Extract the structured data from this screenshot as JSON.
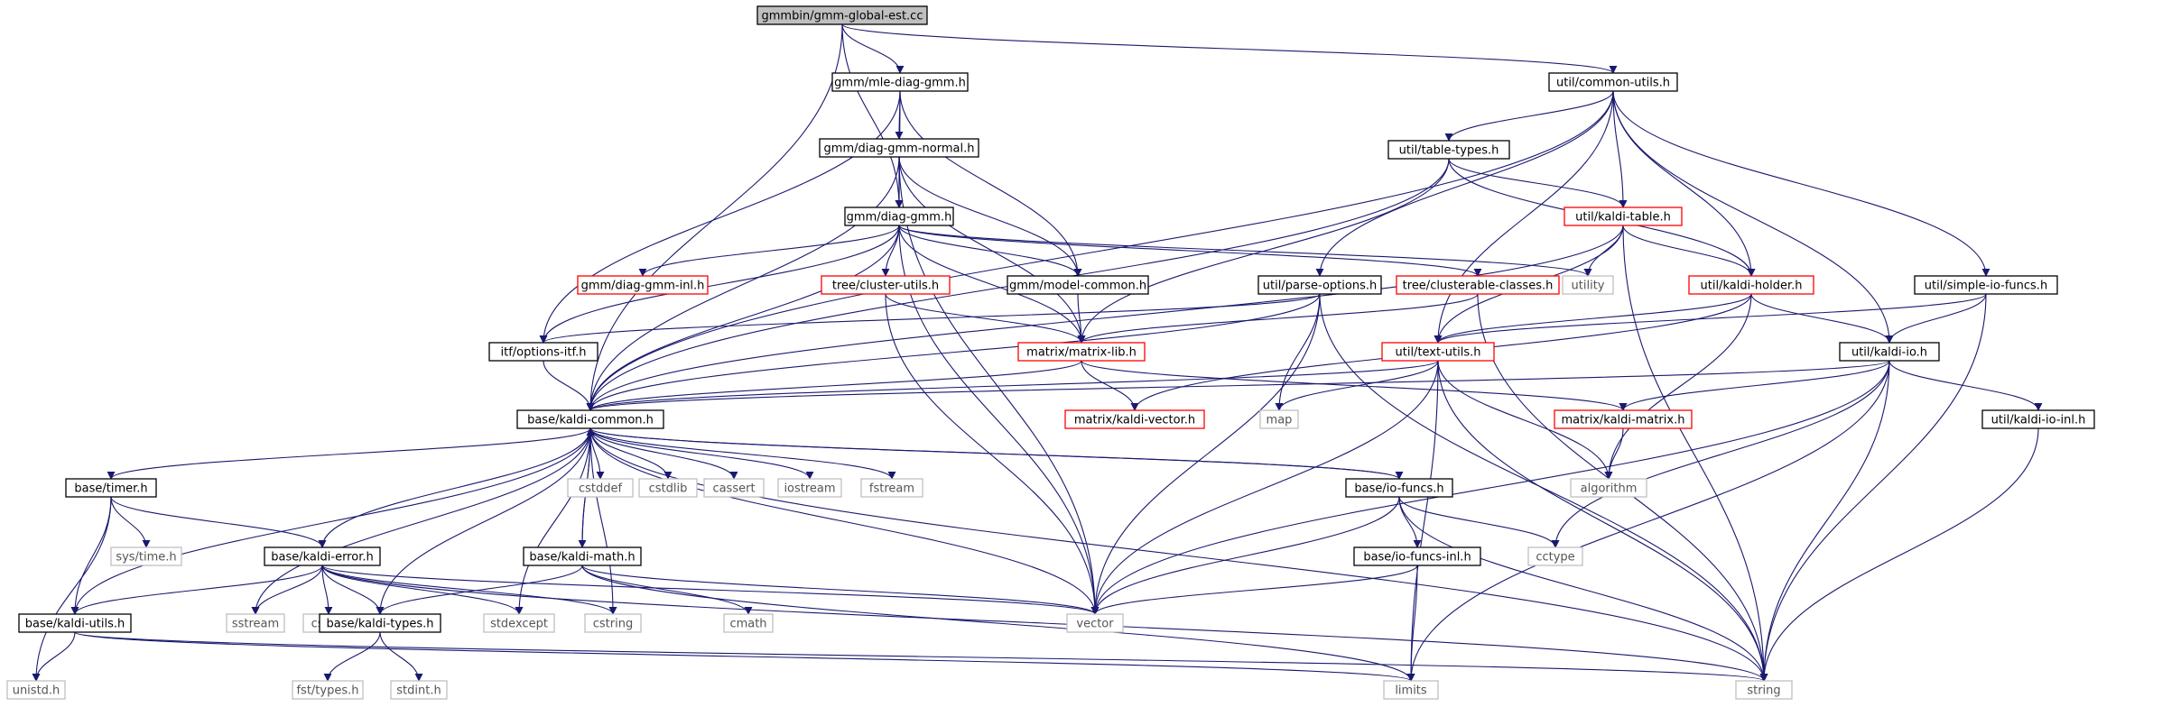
{
  "graph": {
    "colors": {
      "edge": "#191970",
      "root_fill": "#bfbfbf",
      "box_border_black": "#000000",
      "box_border_red": "#ff0000",
      "box_border_gray": "#bfbfbf"
    },
    "nodes": [
      {
        "id": "gmm-global-est",
        "label": "gmmbin/gmm-global-est.cc",
        "style": "root"
      },
      {
        "id": "mle-diag-gmm",
        "label": "gmm/mle-diag-gmm.h",
        "style": "black"
      },
      {
        "id": "common-utils",
        "label": "util/common-utils.h",
        "style": "black"
      },
      {
        "id": "diag-gmm-normal",
        "label": "gmm/diag-gmm-normal.h",
        "style": "black"
      },
      {
        "id": "table-types",
        "label": "util/table-types.h",
        "style": "black"
      },
      {
        "id": "diag-gmm",
        "label": "gmm/diag-gmm.h",
        "style": "black"
      },
      {
        "id": "kaldi-table",
        "label": "util/kaldi-table.h",
        "style": "red"
      },
      {
        "id": "diag-gmm-inl",
        "label": "gmm/diag-gmm-inl.h",
        "style": "red"
      },
      {
        "id": "cluster-utils",
        "label": "tree/cluster-utils.h",
        "style": "red"
      },
      {
        "id": "model-common",
        "label": "gmm/model-common.h",
        "style": "black"
      },
      {
        "id": "parse-options",
        "label": "util/parse-options.h",
        "style": "black"
      },
      {
        "id": "clusterable-classes",
        "label": "tree/clusterable-classes.h",
        "style": "red"
      },
      {
        "id": "utility",
        "label": "utility",
        "style": "gray"
      },
      {
        "id": "kaldi-holder",
        "label": "util/kaldi-holder.h",
        "style": "red"
      },
      {
        "id": "simple-io-funcs",
        "label": "util/simple-io-funcs.h",
        "style": "black"
      },
      {
        "id": "options-itf",
        "label": "itf/options-itf.h",
        "style": "black"
      },
      {
        "id": "matrix-lib",
        "label": "matrix/matrix-lib.h",
        "style": "red"
      },
      {
        "id": "text-utils",
        "label": "util/text-utils.h",
        "style": "red"
      },
      {
        "id": "kaldi-io",
        "label": "util/kaldi-io.h",
        "style": "black"
      },
      {
        "id": "kaldi-common",
        "label": "base/kaldi-common.h",
        "style": "black"
      },
      {
        "id": "kaldi-vector",
        "label": "matrix/kaldi-vector.h",
        "style": "red"
      },
      {
        "id": "map",
        "label": "map",
        "style": "gray"
      },
      {
        "id": "kaldi-matrix",
        "label": "matrix/kaldi-matrix.h",
        "style": "red"
      },
      {
        "id": "kaldi-io-inl",
        "label": "util/kaldi-io-inl.h",
        "style": "black"
      },
      {
        "id": "timer",
        "label": "base/timer.h",
        "style": "black"
      },
      {
        "id": "cstddef",
        "label": "cstddef",
        "style": "gray"
      },
      {
        "id": "cstdlib",
        "label": "cstdlib",
        "style": "gray"
      },
      {
        "id": "cassert",
        "label": "cassert",
        "style": "gray"
      },
      {
        "id": "iostream",
        "label": "iostream",
        "style": "gray"
      },
      {
        "id": "fstream",
        "label": "fstream",
        "style": "gray"
      },
      {
        "id": "io-funcs",
        "label": "base/io-funcs.h",
        "style": "black"
      },
      {
        "id": "algorithm",
        "label": "algorithm",
        "style": "gray"
      },
      {
        "id": "sys-time",
        "label": "sys/time.h",
        "style": "gray"
      },
      {
        "id": "kaldi-math",
        "label": "base/kaldi-math.h",
        "style": "black"
      },
      {
        "id": "kaldi-error",
        "label": "base/kaldi-error.h",
        "style": "black"
      },
      {
        "id": "io-funcs-inl",
        "label": "base/io-funcs-inl.h",
        "style": "black"
      },
      {
        "id": "cctype",
        "label": "cctype",
        "style": "gray"
      },
      {
        "id": "kaldi-utils",
        "label": "base/kaldi-utils.h",
        "style": "black"
      },
      {
        "id": "sstream",
        "label": "sstream",
        "style": "gray"
      },
      {
        "id": "cstdio",
        "label": "cstdio",
        "style": "gray"
      },
      {
        "id": "kaldi-types",
        "label": "base/kaldi-types.h",
        "style": "black"
      },
      {
        "id": "stdexcept",
        "label": "stdexcept",
        "style": "gray"
      },
      {
        "id": "cstring",
        "label": "cstring",
        "style": "gray"
      },
      {
        "id": "cmath",
        "label": "cmath",
        "style": "gray"
      },
      {
        "id": "vector",
        "label": "vector",
        "style": "gray"
      },
      {
        "id": "unistd",
        "label": "unistd.h",
        "style": "gray"
      },
      {
        "id": "fst-types",
        "label": "fst/types.h",
        "style": "gray"
      },
      {
        "id": "stdint",
        "label": "stdint.h",
        "style": "gray"
      },
      {
        "id": "limits",
        "label": "limits",
        "style": "gray"
      },
      {
        "id": "string",
        "label": "string",
        "style": "gray"
      }
    ],
    "edges": [
      [
        "gmm-global-est",
        "mle-diag-gmm"
      ],
      [
        "gmm-global-est",
        "diag-gmm"
      ],
      [
        "gmm-global-est",
        "common-utils"
      ],
      [
        "gmm-global-est",
        "kaldi-common"
      ],
      [
        "mle-diag-gmm",
        "diag-gmm-normal"
      ],
      [
        "mle-diag-gmm",
        "diag-gmm"
      ],
      [
        "mle-diag-gmm",
        "model-common"
      ],
      [
        "mle-diag-gmm",
        "options-itf"
      ],
      [
        "diag-gmm-normal",
        "diag-gmm"
      ],
      [
        "diag-gmm-normal",
        "model-common"
      ],
      [
        "diag-gmm-normal",
        "matrix-lib"
      ],
      [
        "diag-gmm-normal",
        "kaldi-common"
      ],
      [
        "diag-gmm-normal",
        "vector"
      ],
      [
        "diag-gmm",
        "diag-gmm-inl"
      ],
      [
        "diag-gmm",
        "cluster-utils"
      ],
      [
        "diag-gmm",
        "model-common"
      ],
      [
        "diag-gmm",
        "matrix-lib"
      ],
      [
        "diag-gmm",
        "clusterable-classes"
      ],
      [
        "diag-gmm",
        "utility"
      ],
      [
        "diag-gmm",
        "kaldi-common"
      ],
      [
        "diag-gmm",
        "vector"
      ],
      [
        "diag-gmm",
        "options-itf"
      ],
      [
        "common-utils",
        "table-types"
      ],
      [
        "common-utils",
        "kaldi-table"
      ],
      [
        "common-utils",
        "parse-options"
      ],
      [
        "common-utils",
        "kaldi-holder"
      ],
      [
        "common-utils",
        "simple-io-funcs"
      ],
      [
        "common-utils",
        "kaldi-io"
      ],
      [
        "common-utils",
        "text-utils"
      ],
      [
        "common-utils",
        "kaldi-common"
      ],
      [
        "table-types",
        "kaldi-table"
      ],
      [
        "table-types",
        "kaldi-holder"
      ],
      [
        "table-types",
        "matrix-lib"
      ],
      [
        "table-types",
        "kaldi-common"
      ],
      [
        "kaldi-table",
        "utility"
      ],
      [
        "kaldi-table",
        "kaldi-holder"
      ],
      [
        "kaldi-table",
        "text-utils"
      ],
      [
        "kaldi-table",
        "kaldi-common"
      ],
      [
        "kaldi-table",
        "string"
      ],
      [
        "cluster-utils",
        "matrix-lib"
      ],
      [
        "cluster-utils",
        "vector"
      ],
      [
        "model-common",
        "matrix-lib"
      ],
      [
        "parse-options",
        "options-itf"
      ],
      [
        "parse-options",
        "kaldi-common"
      ],
      [
        "parse-options",
        "map"
      ],
      [
        "parse-options",
        "vector"
      ],
      [
        "parse-options",
        "string"
      ],
      [
        "clusterable-classes",
        "matrix-lib"
      ],
      [
        "clusterable-classes",
        "string"
      ],
      [
        "kaldi-holder",
        "kaldi-io"
      ],
      [
        "kaldi-holder",
        "text-utils"
      ],
      [
        "kaldi-holder",
        "kaldi-vector"
      ],
      [
        "kaldi-holder",
        "algorithm"
      ],
      [
        "simple-io-funcs",
        "kaldi-io"
      ],
      [
        "simple-io-funcs",
        "text-utils"
      ],
      [
        "simple-io-funcs",
        "string"
      ],
      [
        "options-itf",
        "kaldi-common"
      ],
      [
        "matrix-lib",
        "kaldi-common"
      ],
      [
        "matrix-lib",
        "kaldi-vector"
      ],
      [
        "matrix-lib",
        "kaldi-matrix"
      ],
      [
        "text-utils",
        "kaldi-common"
      ],
      [
        "text-utils",
        "map"
      ],
      [
        "text-utils",
        "vector"
      ],
      [
        "text-utils",
        "algorithm"
      ],
      [
        "text-utils",
        "limits"
      ],
      [
        "text-utils",
        "string"
      ],
      [
        "kaldi-io",
        "kaldi-common"
      ],
      [
        "kaldi-io",
        "kaldi-matrix"
      ],
      [
        "kaldi-io",
        "kaldi-io-inl"
      ],
      [
        "kaldi-io",
        "cctype"
      ],
      [
        "kaldi-io",
        "vector"
      ],
      [
        "kaldi-io",
        "limits"
      ],
      [
        "kaldi-io",
        "string"
      ],
      [
        "kaldi-matrix",
        "algorithm"
      ],
      [
        "kaldi-io-inl",
        "string"
      ],
      [
        "kaldi-common",
        "timer"
      ],
      [
        "kaldi-common",
        "cstddef"
      ],
      [
        "kaldi-common",
        "cstdlib"
      ],
      [
        "kaldi-common",
        "cassert"
      ],
      [
        "kaldi-common",
        "iostream"
      ],
      [
        "kaldi-common",
        "fstream"
      ],
      [
        "kaldi-common",
        "io-funcs"
      ],
      [
        "kaldi-common",
        "kaldi-math"
      ],
      [
        "kaldi-common",
        "kaldi-error"
      ],
      [
        "kaldi-common",
        "kaldi-utils"
      ],
      [
        "kaldi-common",
        "kaldi-types"
      ],
      [
        "kaldi-common",
        "sstream"
      ],
      [
        "kaldi-common",
        "stdexcept"
      ],
      [
        "kaldi-common",
        "cstring"
      ],
      [
        "kaldi-common",
        "vector"
      ],
      [
        "kaldi-common",
        "string"
      ],
      [
        "io-funcs",
        "kaldi-common"
      ],
      [
        "io-funcs",
        "io-funcs-inl"
      ],
      [
        "io-funcs",
        "cctype"
      ],
      [
        "io-funcs",
        "vector"
      ],
      [
        "io-funcs",
        "string"
      ],
      [
        "kaldi-math",
        "kaldi-common"
      ],
      [
        "kaldi-math",
        "kaldi-types"
      ],
      [
        "kaldi-math",
        "cmath"
      ],
      [
        "kaldi-math",
        "vector"
      ],
      [
        "kaldi-math",
        "limits"
      ],
      [
        "timer",
        "sys-time"
      ],
      [
        "timer",
        "kaldi-error"
      ],
      [
        "timer",
        "kaldi-utils"
      ],
      [
        "timer",
        "unistd"
      ],
      [
        "kaldi-error",
        "kaldi-utils"
      ],
      [
        "kaldi-error",
        "kaldi-types"
      ],
      [
        "kaldi-error",
        "sstream"
      ],
      [
        "kaldi-error",
        "cstdio"
      ],
      [
        "kaldi-error",
        "stdexcept"
      ],
      [
        "kaldi-error",
        "cstring"
      ],
      [
        "kaldi-error",
        "vector"
      ],
      [
        "kaldi-error",
        "string"
      ],
      [
        "io-funcs-inl",
        "vector"
      ],
      [
        "io-funcs-inl",
        "limits"
      ],
      [
        "kaldi-utils",
        "unistd"
      ],
      [
        "kaldi-utils",
        "limits"
      ],
      [
        "kaldi-utils",
        "string"
      ],
      [
        "kaldi-types",
        "fst-types"
      ],
      [
        "kaldi-types",
        "stdint"
      ]
    ]
  }
}
